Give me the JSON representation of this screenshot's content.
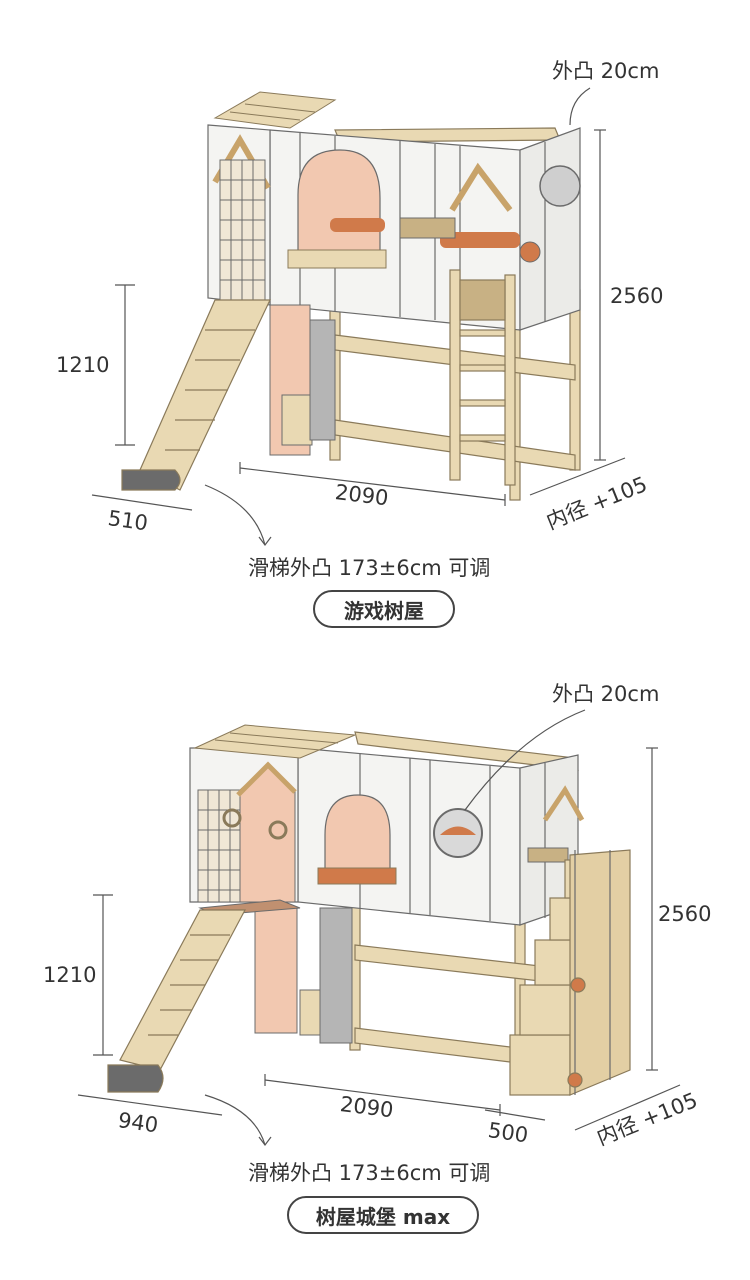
{
  "panels": [
    {
      "protrusion_top": "外凸 20cm",
      "height_total": "2560",
      "height_platform": "1210",
      "width_main": "2090",
      "slide_depth": "510",
      "inner_diameter": "内径 +105",
      "slide_note": "滑梯外凸 173±6cm 可调",
      "model_name": "游戏树屋"
    },
    {
      "protrusion_top": "外凸 20cm",
      "height_total": "2560",
      "height_platform": "1210",
      "width_main": "2090",
      "slide_depth": "940",
      "stair_depth": "500",
      "inner_diameter": "内径 +105",
      "slide_note": "滑梯外凸 173±6cm 可调",
      "model_name": "树屋城堡 max"
    }
  ],
  "colors": {
    "wood": "#e9d9b3",
    "wood_dark": "#c8b184",
    "panel_white": "#f4f4f2",
    "panel_line": "#6b6b6b",
    "accent_orange": "#d07a4a",
    "pink_wall": "#f2c8b0",
    "gray": "#8f8f8f"
  }
}
